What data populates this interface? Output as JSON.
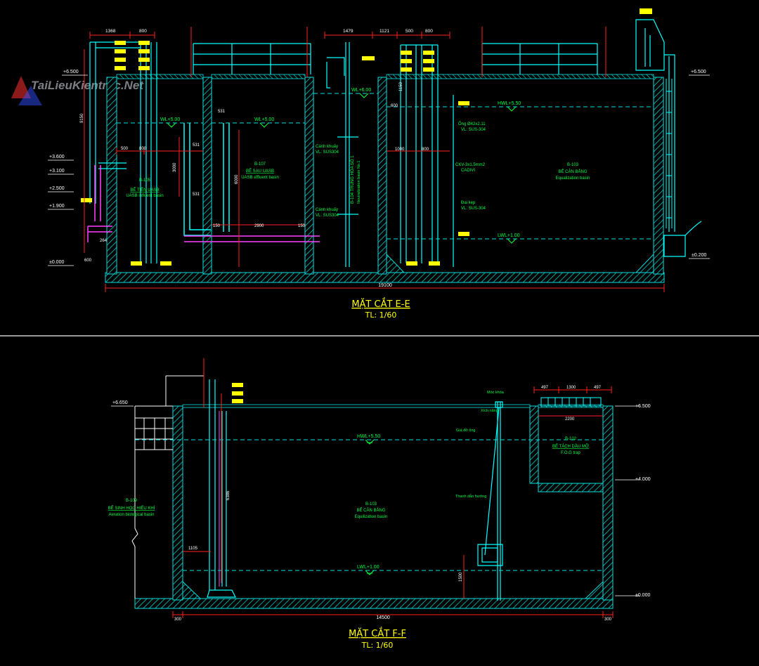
{
  "watermark": {
    "text": "TaiLieuKientruc.Net"
  },
  "colors": {
    "background": "#000000",
    "wall": "#00e0e0",
    "hatch": "#00c8c8",
    "label_green": "#00ff40",
    "label_yellow": "#ffff00",
    "dimension_red": "#ff2020",
    "pipe_magenta": "#ff40ff",
    "pipe_cyan": "#40ffff",
    "title_yellow": "#ffff00",
    "text_white": "#ffffff",
    "tag_fill": "#ffff00"
  },
  "section_ee": {
    "title": "MẶT CẮT E-E",
    "scale": "TL: 1/60",
    "overall_length": "19100",
    "levels": {
      "top_left": "+6.500",
      "top_right": "+6.500",
      "bottom_left": "±0.000",
      "bottom_right": "±0.200",
      "l1": "+3.600",
      "l2": "+3.100",
      "l3": "+2.500",
      "l4": "+1.900"
    },
    "water_levels": {
      "b105": "WL+5.00",
      "b107": "WL+5.00",
      "b104": "WL+6.00",
      "b103_high": "HWL+5.50",
      "b103_low": "LWL+1.00"
    },
    "basins": {
      "b105_code": "B-105",
      "b105_vn": "BỂ TIỀN UASB",
      "b105_en": "UASB influent basin",
      "b107_code": "B-107",
      "b107_vn": "BỂ SAU UASB",
      "b107_en": "UASB effluent basin",
      "b104_code": "B-104 TRUNG HÒA SỐ 1",
      "b104_en": "Neutralization basin No.1",
      "b103_code": "B-103",
      "b103_vn": "BỂ CÂN BẰNG",
      "b103_en": "Equalization basin"
    },
    "notes": {
      "blade1": "Cánh khuấy",
      "blade1_mat": "VL: SUS304",
      "blade2": "Cánh khuấy",
      "blade2_mat": "VL: SUS304",
      "pipe": "Ống Ø42x2.11",
      "pipe_mat": "VL: SUS-304",
      "cable": "CKV-3x1.5mm2",
      "cable_type": "CADIVI",
      "clamp": "Đai kẹp",
      "clamp_mat": "VL: SUS-304"
    },
    "dims_top": {
      "d1": "1368",
      "d2": "800",
      "d3": "1479",
      "d4": "1121",
      "d5": "500",
      "d6": "800"
    },
    "dims_side": {
      "v1": "9150",
      "v2": "3000",
      "v3": "6000",
      "h1": "500",
      "h2": "800",
      "h3": "531",
      "h4": "531",
      "h5": "531",
      "h6": "2900",
      "h7": "150",
      "h8": "150",
      "h9": "1000",
      "h10": "800",
      "h11": "600",
      "h12": "1150",
      "h13": "264",
      "h14": "600"
    }
  },
  "section_ff": {
    "title": "MẶT CẮT F-F",
    "scale": "TL: 1/60",
    "overall_length": "14500",
    "end_dims": {
      "left": "300",
      "right": "300"
    },
    "levels": {
      "top_left": "+6.650",
      "top_right": "+6.500",
      "mid_right": "+4.000",
      "bottom_right": "±0.000"
    },
    "water_levels": {
      "high": "HWL+5.50",
      "low": "LWL+1.00"
    },
    "basins": {
      "b109_code": "B-109",
      "b109_vn": "BỂ SINH HỌC HIẾU KHÍ",
      "b109_en": "Aeration biological basin",
      "b103_code": "B-103",
      "b103_vn": "BỂ CÂN BẰNG",
      "b103_en": "Equilization basin",
      "b102_code": "B-102",
      "b102_vn": "BỂ TÁCH DẦU MỠ",
      "b102_en": "F.O.G trap"
    },
    "dims": {
      "top1": "497",
      "top2": "1300",
      "top3": "497",
      "inner": "2200",
      "v1": "6386",
      "h1": "1105",
      "v2": "1500"
    },
    "notes": {
      "n1": "Móc khóa",
      "n2": "Xích nâng",
      "n3": "Giá đỡ ống",
      "n4": "Thanh dẫn hướng"
    }
  }
}
